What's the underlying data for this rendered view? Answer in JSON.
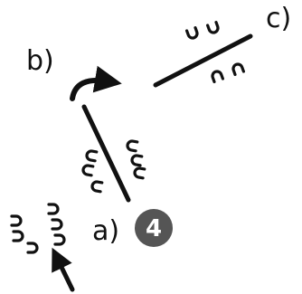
{
  "labels": {
    "a": "a)",
    "b": "b)",
    "c": "c)"
  },
  "badge": {
    "number": "4",
    "color": "#555555"
  },
  "colors": {
    "line": "#111111",
    "background": "#ffffff"
  },
  "icons": {
    "horseshoe": "horseshoe-icon",
    "rotate_arrow": "curved-arrow-icon",
    "straight_arrow": "arrow-icon"
  }
}
